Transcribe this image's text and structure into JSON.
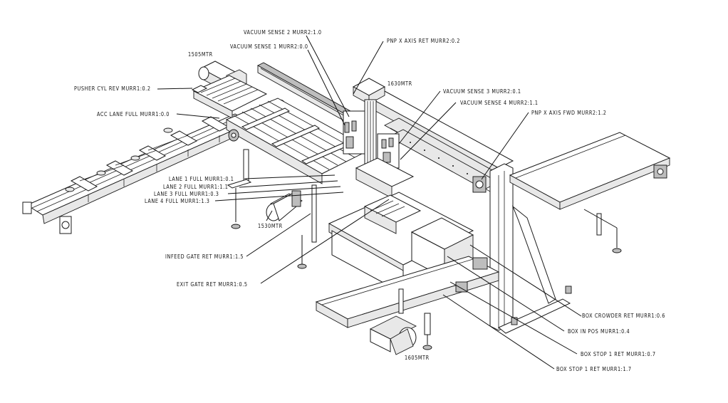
{
  "drawing": {
    "title": "Pick and Place Conveyor Cell - Sensor/Actuator I/O Map",
    "motors": [
      {
        "id": "m1505",
        "label": "1505MTR"
      },
      {
        "id": "m1630",
        "label": "1630MTR"
      },
      {
        "id": "m1530",
        "label": "1530MTR"
      },
      {
        "id": "m1605",
        "label": "1605MTR"
      }
    ],
    "callouts": [
      {
        "id": "vac2",
        "label": "VACUUM SENSE 2 MURR2:1.0"
      },
      {
        "id": "vac1",
        "label": "VACUUM SENSE 1 MURR2:0.0"
      },
      {
        "id": "pnp_ret",
        "label": "PNP X AXIS RET MURR2:0.2"
      },
      {
        "id": "pusher",
        "label": "PUSHER CYL REV MURR1:0.2"
      },
      {
        "id": "acc_lane",
        "label": "ACC LANE FULL MURR1:0.0"
      },
      {
        "id": "vac3",
        "label": "VACUUM SENSE 3 MURR2:0.1"
      },
      {
        "id": "vac4",
        "label": "VACUUM SENSE 4 MURR2:1.1"
      },
      {
        "id": "pnp_fwd",
        "label": "PNP X AXIS FWD MURR2:1.2"
      },
      {
        "id": "lane1",
        "label": "LANE 1 FULL MURR1:0.1"
      },
      {
        "id": "lane2",
        "label": "LANE 2 FULL MURR1:1.1"
      },
      {
        "id": "lane3",
        "label": "LANE 3 FULL MURR1:0.3"
      },
      {
        "id": "lane4",
        "label": "LANE 4 FULL MURR1:1.3"
      },
      {
        "id": "infeed_gate",
        "label": "INFEED GATE RET MURR1:1.5"
      },
      {
        "id": "exit_gate",
        "label": "EXIT GATE RET MURR1:0.5"
      },
      {
        "id": "box_crowder",
        "label": "BOX CROWDER RET MURR1:0.6"
      },
      {
        "id": "box_in_pos",
        "label": "BOX IN POS MURR1:0.4"
      },
      {
        "id": "box_stop1_07",
        "label": "BOX STOP 1 RET MURR1:0.7"
      },
      {
        "id": "box_stop1_17",
        "label": "BOX STOP 1 RET MURR1:1.7"
      }
    ]
  }
}
